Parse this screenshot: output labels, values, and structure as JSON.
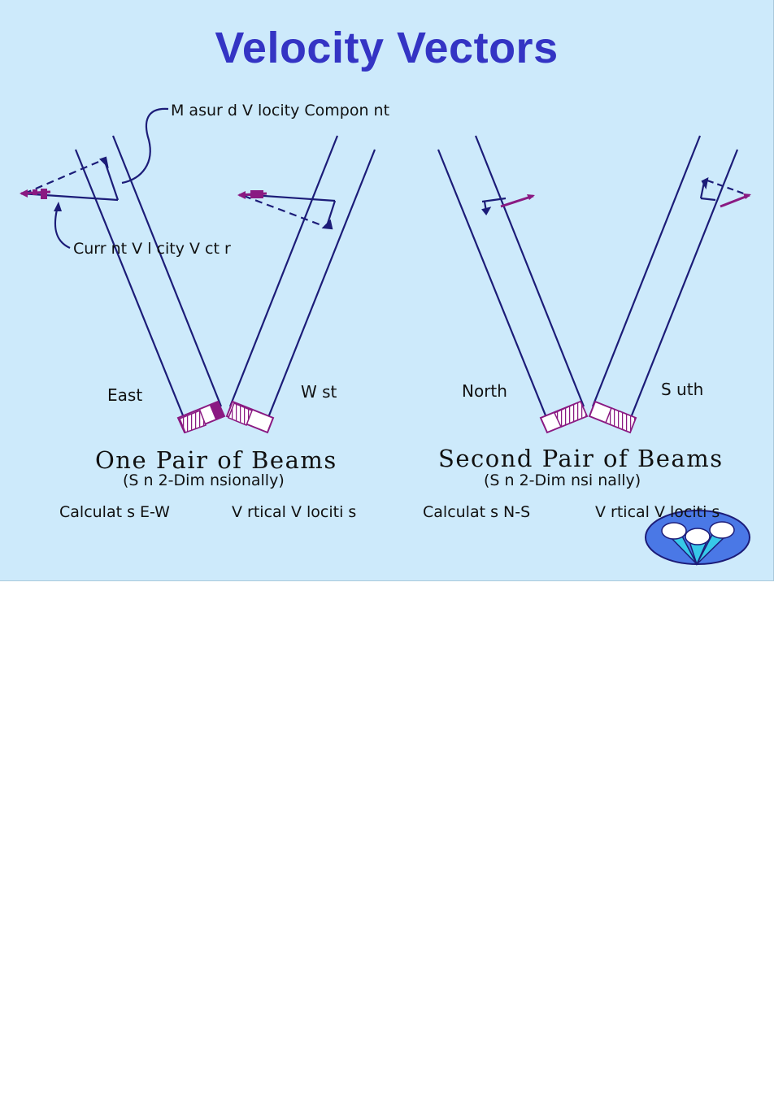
{
  "slide": {
    "title": "Velocity Vectors",
    "annotations": {
      "measured": "M asur d V locity Compon nt",
      "current": "Curr nt V l city V ct r"
    },
    "beams": {
      "east": "East",
      "west": "W st",
      "north": "North",
      "south": "S uth"
    },
    "pair_one": {
      "title": "One Pair of Beams",
      "subtitle": "(S   n 2-Dim nsionally)",
      "note_left": "Calculat  s E-W",
      "note_right": "V rtical V lociti s"
    },
    "pair_two": {
      "title": "Second Pair of Beams",
      "subtitle": "(S   n 2-Dim nsi nally)",
      "note_left": "Calculat  s N-S",
      "note_right": "V rtical V lociti s"
    },
    "colors": {
      "background": "#cdeafb",
      "title": "#3434c4",
      "beam": "#1c1c78",
      "transducer": "#8a1a82",
      "logo_disc": "#4a78e6",
      "logo_cone": "#37c8e8"
    },
    "icons": {
      "logo": "adcp-transducer-logo-icon"
    }
  }
}
